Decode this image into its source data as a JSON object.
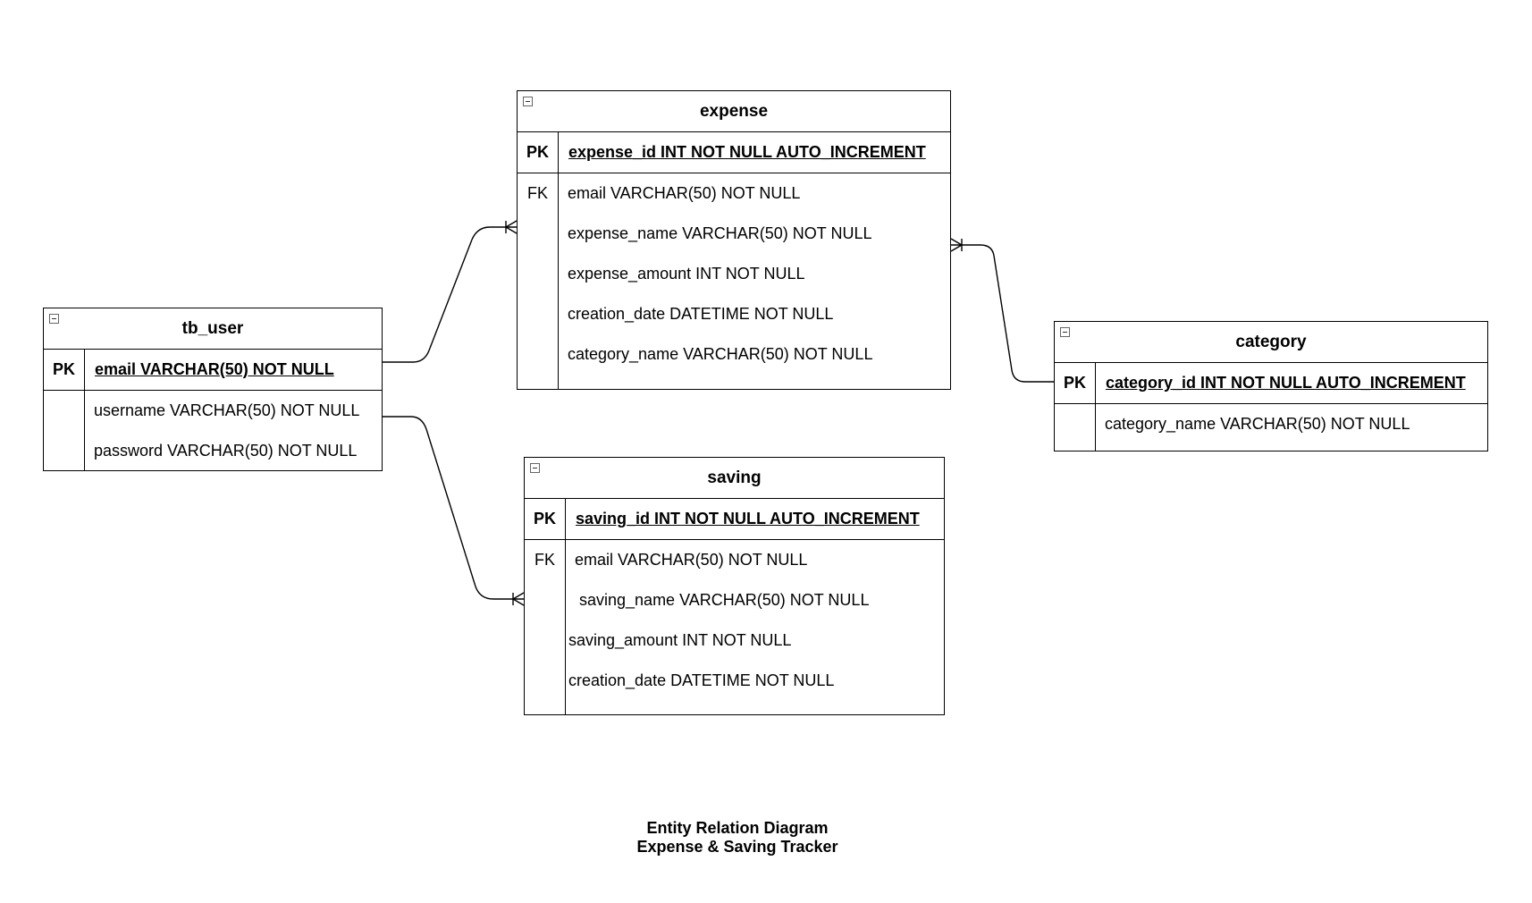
{
  "entities": {
    "tb_user": {
      "title": "tb_user",
      "pk": {
        "key": "PK",
        "label": "email VARCHAR(50) NOT NULL"
      },
      "attributes": [
        {
          "key": "",
          "label": "username VARCHAR(50) NOT NULL"
        },
        {
          "key": "",
          "label": "password VARCHAR(50) NOT NULL"
        }
      ]
    },
    "expense": {
      "title": "expense",
      "pk": {
        "key": "PK",
        "label": "expense_id INT NOT NULL AUTO_INCREMENT"
      },
      "attributes": [
        {
          "key": "FK",
          "label": "email VARCHAR(50) NOT NULL"
        },
        {
          "key": "",
          "label": "expense_name VARCHAR(50) NOT NULL"
        },
        {
          "key": "",
          "label": "expense_amount INT NOT NULL"
        },
        {
          "key": "",
          "label": "creation_date DATETIME NOT NULL"
        },
        {
          "key": "",
          "label": "category_name VARCHAR(50) NOT NULL"
        }
      ]
    },
    "saving": {
      "title": "saving",
      "pk": {
        "key": "PK",
        "label": "saving_id INT NOT NULL AUTO_INCREMENT"
      },
      "attributes": [
        {
          "key": "FK",
          "label": "email VARCHAR(50) NOT NULL"
        },
        {
          "key": "",
          "label": " saving_name VARCHAR(50) NOT NULL"
        },
        {
          "key": "",
          "label": "saving_amount INT NOT NULL"
        },
        {
          "key": "",
          "label": "creation_date DATETIME NOT NULL"
        }
      ]
    },
    "category": {
      "title": "category",
      "pk": {
        "key": "PK",
        "label": "category_id INT NOT NULL AUTO_INCREMENT"
      },
      "attributes": [
        {
          "key": "",
          "label": "category_name VARCHAR(50) NOT NULL"
        }
      ]
    }
  },
  "relationships": [
    {
      "from": "tb_user",
      "to": "expense",
      "from_cardinality": "one",
      "to_cardinality": "one-or-many"
    },
    {
      "from": "tb_user",
      "to": "saving",
      "from_cardinality": "one",
      "to_cardinality": "one-or-many"
    },
    {
      "from": "category",
      "to": "expense",
      "from_cardinality": "one",
      "to_cardinality": "one-or-many"
    }
  ],
  "caption": {
    "line1": "Entity Relation Diagram",
    "line2": "Expense & Saving Tracker"
  }
}
